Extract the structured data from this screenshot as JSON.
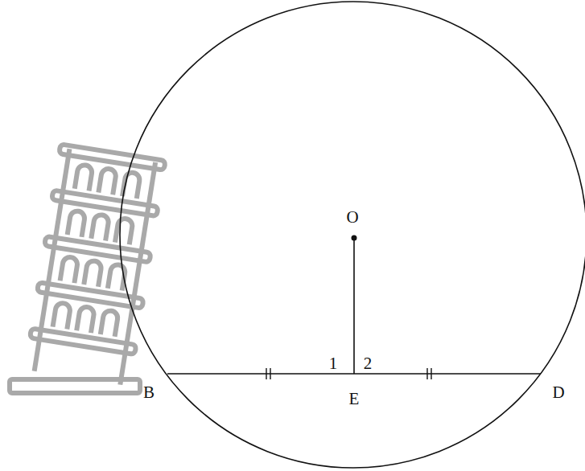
{
  "diagram": {
    "labels": [
      "O",
      "1",
      "2",
      "B",
      "E",
      "D"
    ]
  }
}
